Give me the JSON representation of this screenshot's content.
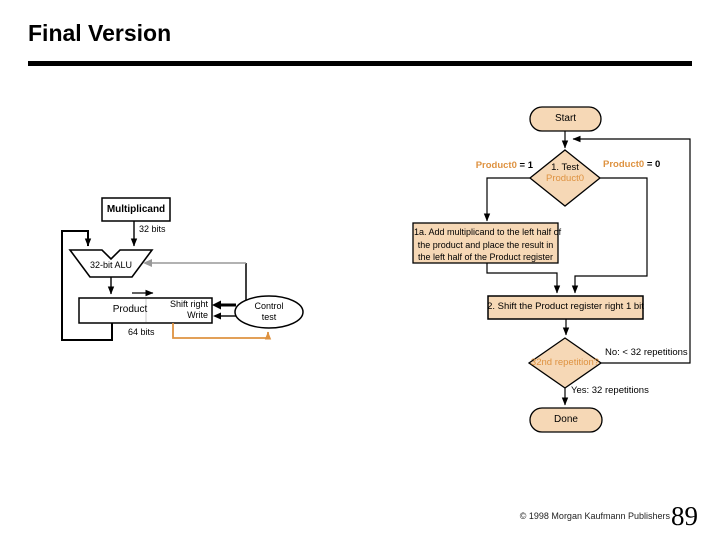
{
  "slide": {
    "title": "Final Version",
    "footer": {
      "copyright": "© 1998 Morgan Kaufmann Publishers",
      "page_number": "89"
    }
  },
  "colors": {
    "shape_fill": "#F6D8B6",
    "accent_orange": "#DE9240",
    "control_gray": "#999999",
    "line_black": "#000000"
  },
  "datapath": {
    "multiplicand_label": "Multiplicand",
    "multiplicand_width": "32 bits",
    "alu_label": "32-bit ALU",
    "product_label": "Product",
    "product_width": "64 bits",
    "shift_right_label": "Shift right",
    "write_label": "Write",
    "control_line1": "Control",
    "control_line2": "test"
  },
  "flowchart": {
    "start": "Start",
    "decision1_line1": "1. Test",
    "decision1_line2": "Product0",
    "branch_left_product": "Product0",
    "branch_left_value": "= 1",
    "branch_right_product": "Product0",
    "branch_right_value": "= 0",
    "step1a_line1": "1a. Add multiplicand to the left half of",
    "step1a_line2": "the product and place the result in",
    "step1a_line3": "the left half of the Product register",
    "step2": "2. Shift the Product register right 1 bit",
    "decision2": "32nd repetition?",
    "branch_no": "No:  < 32 repetitions",
    "branch_yes": "Yes:  32 repetitions",
    "done": "Done"
  }
}
